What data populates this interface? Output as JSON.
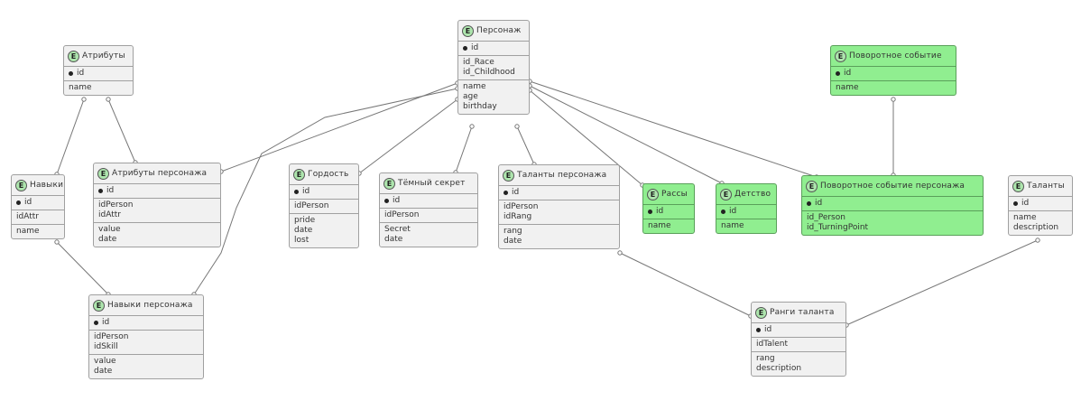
{
  "entities": {
    "person": {
      "name": "Персонаж",
      "pk": "id",
      "fk": [
        "id_Race",
        "id_Childhood"
      ],
      "attrs": [
        "name",
        "age",
        "birthday"
      ]
    },
    "attributes": {
      "name": "Атрибуты",
      "pk": "id",
      "attrs": [
        "name"
      ]
    },
    "skills": {
      "name": "Навыки",
      "pk": "id",
      "fk": [
        "idAttr"
      ],
      "attrs": [
        "name"
      ]
    },
    "person_attributes": {
      "name": "Атрибуты персонажа",
      "pk": "id",
      "fk": [
        "idPerson",
        "idAttr"
      ],
      "attrs": [
        "value",
        "date"
      ]
    },
    "pride": {
      "name": "Гордость",
      "pk": "id",
      "fk": [
        "idPerson"
      ],
      "attrs": [
        "pride",
        "date",
        "lost"
      ]
    },
    "dark_secret": {
      "name": "Тёмный секрет",
      "pk": "id",
      "fk": [
        "idPerson"
      ],
      "attrs": [
        "Secret",
        "date"
      ]
    },
    "person_talents": {
      "name": "Таланты персонажа",
      "pk": "id",
      "fk": [
        "idPerson",
        "idRang"
      ],
      "attrs": [
        "rang",
        "date"
      ]
    },
    "races": {
      "name": "Рассы",
      "pk": "id",
      "attrs": [
        "name"
      ]
    },
    "childhood": {
      "name": "Детство",
      "pk": "id",
      "attrs": [
        "name"
      ]
    },
    "turning_event": {
      "name": "Поворотное событие",
      "pk": "id",
      "attrs": [
        "name"
      ]
    },
    "person_turning_event": {
      "name": "Поворотное событие персонажа",
      "pk": "id",
      "fk": [
        "id_Person",
        "id_TurningPoint"
      ]
    },
    "talents": {
      "name": "Таланты",
      "pk": "id",
      "attrs": [
        "name",
        "description"
      ]
    },
    "person_skills": {
      "name": "Навыки персонажа",
      "pk": "id",
      "fk": [
        "idPerson",
        "idSkill"
      ],
      "attrs": [
        "value",
        "date"
      ]
    },
    "talent_ranks": {
      "name": "Ранги таланта",
      "pk": "id",
      "fk": [
        "idTalent"
      ],
      "attrs": [
        "rang",
        "description"
      ]
    }
  },
  "colors": {
    "default_entity": "#f1f1f1",
    "highlight_entity": "#90ee90",
    "entity_icon": "#ade5ad",
    "edge": "#777777"
  }
}
